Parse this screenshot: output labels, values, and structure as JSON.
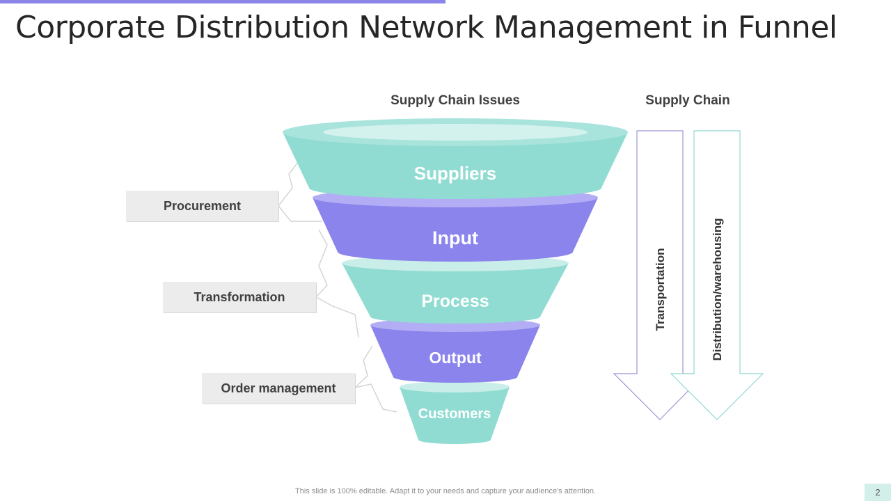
{
  "slide": {
    "title": "Corporate Distribution Network Management in Funnel",
    "footer": "This slide is 100% editable. Adapt it to your needs and capture your audience's attention.",
    "page_number": "2"
  },
  "headers": {
    "supply_chain_issues": "Supply Chain Issues",
    "supply_chain": "Supply Chain"
  },
  "funnel": {
    "stages": [
      "Suppliers",
      "Input",
      "Process",
      "Output",
      "Customers"
    ],
    "colors": {
      "teal": "#90dcd2",
      "teal_rim": "#c9eee9",
      "purple": "#8a84ec",
      "purple_rim": "#b3adf5"
    }
  },
  "issues": [
    "Procurement",
    "Transformation",
    "Order management"
  ],
  "arrows": [
    "Transportation",
    "Distribution/warehousing"
  ],
  "accent_colors": {
    "bar": "#8b85ea",
    "page_badge": "#d3efe9"
  }
}
